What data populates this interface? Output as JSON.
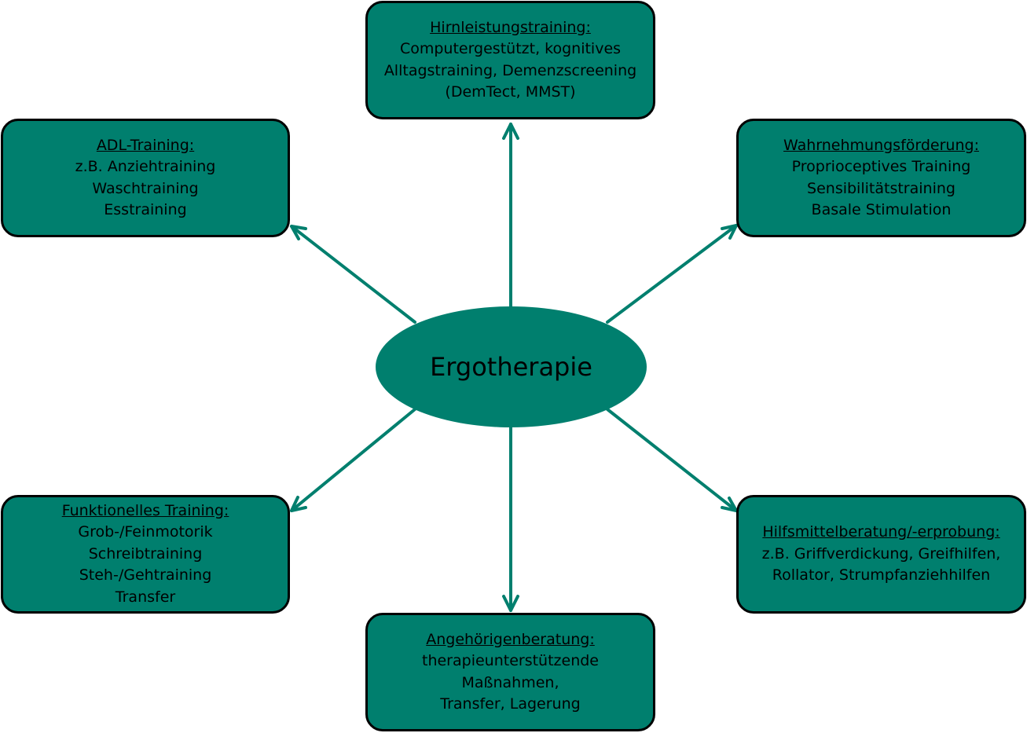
{
  "colors": {
    "node_fill": "#007f6e",
    "arrow": "#007f6e",
    "border": "#000000",
    "text": "#000000"
  },
  "center": {
    "label": "Ergotherapie"
  },
  "boxes": {
    "hirnleistung": {
      "heading": "Hirnleistungstraining:",
      "lines": [
        "Computergestützt, kognitives",
        "Alltagstraining, Demenzscreening",
        "(DemTect, MMST)"
      ]
    },
    "adl": {
      "heading": "ADL-Training:",
      "lines": [
        "z.B. Anziehtraining",
        "Waschtraining",
        "Esstraining"
      ]
    },
    "wahrnehmung": {
      "heading": "Wahrnehmungsförderung:",
      "lines": [
        "Proprioceptives Training",
        "Sensibilitätstraining",
        "Basale Stimulation"
      ]
    },
    "funktionell": {
      "heading": "Funktionelles Training:",
      "lines": [
        "Grob-/Feinmotorik",
        "Schreibtraining",
        "Steh-/Gehtraining",
        "Transfer"
      ]
    },
    "hilfsmittel": {
      "heading": "Hilfsmittelberatung/-erprobung:",
      "lines": [
        "z.B. Griffverdickung, Greifhilfen,",
        "Rollator, Strumpfanziehhilfen"
      ]
    },
    "angehoerige": {
      "heading": "Angehörigenberatung:",
      "lines": [
        "therapieunterstützende",
        "Maßnahmen,",
        "Transfer, Lagerung"
      ]
    }
  }
}
